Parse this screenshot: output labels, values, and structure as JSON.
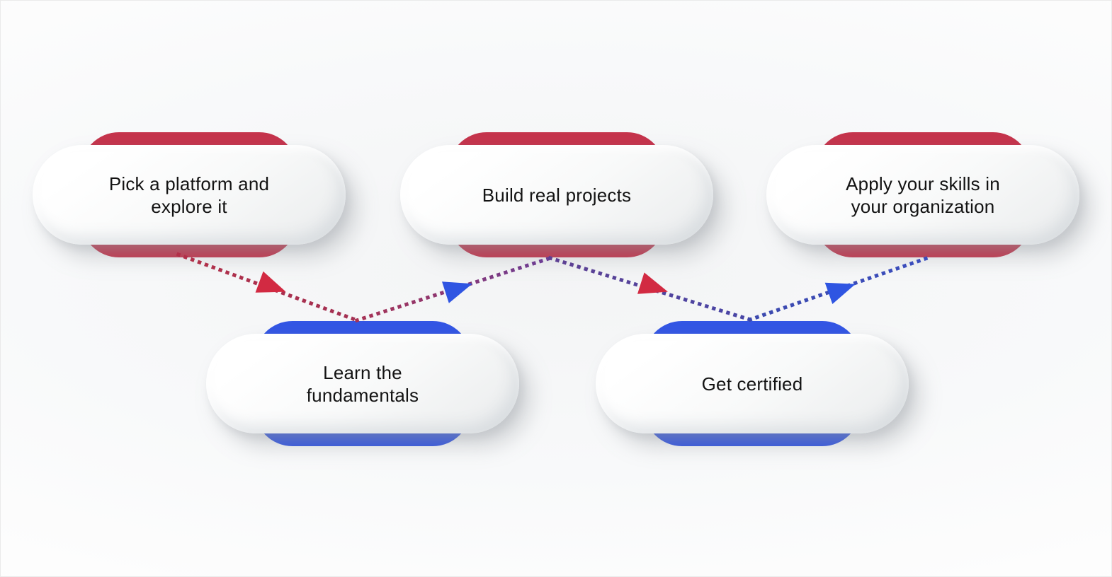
{
  "diagram": {
    "type": "zigzag-process-flow",
    "nodes": [
      {
        "id": "step-1",
        "label": "Pick a platform and\nexplore it",
        "row": "top",
        "accent_color": "#c5344c"
      },
      {
        "id": "step-2",
        "label": "Build real projects",
        "row": "top",
        "accent_color": "#c5344c"
      },
      {
        "id": "step-3",
        "label": "Apply your skills in\nyour organization",
        "row": "top",
        "accent_color": "#c5344c"
      },
      {
        "id": "step-4",
        "label": "Learn the\nfundamentals",
        "row": "bottom",
        "accent_color": "#3356e4"
      },
      {
        "id": "step-5",
        "label": "Get certified",
        "row": "bottom",
        "accent_color": "#3356e4"
      }
    ],
    "flow_order": [
      "Pick a platform and explore it",
      "Learn the fundamentals",
      "Build real projects",
      "Get certified",
      "Apply your skills in your organization"
    ],
    "connectors": [
      {
        "from": "step-1",
        "to": "step-4",
        "style": "dotted",
        "line_color_start": "#b23049",
        "line_color_end": "#a33053",
        "arrow_color": "#d22a42"
      },
      {
        "from": "step-4",
        "to": "step-2",
        "style": "dotted",
        "line_color_start": "#a83254",
        "line_color_end": "#6a3d96",
        "arrow_color": "#2f55e2"
      },
      {
        "from": "step-2",
        "to": "step-5",
        "style": "dotted",
        "line_color_start": "#5e4092",
        "line_color_end": "#4745a6",
        "arrow_color": "#d22a42"
      },
      {
        "from": "step-5",
        "to": "step-3",
        "style": "dotted",
        "line_color_start": "#3c49ae",
        "line_color_end": "#3a4dbd",
        "arrow_color": "#2f55e2"
      }
    ],
    "colors": {
      "top_row_accent": "#c5344c",
      "bottom_row_accent": "#3356e4",
      "red_arrowhead": "#d22a42",
      "blue_arrowhead": "#2f55e2",
      "text": "#131313",
      "background": "#f8f9fa"
    }
  }
}
